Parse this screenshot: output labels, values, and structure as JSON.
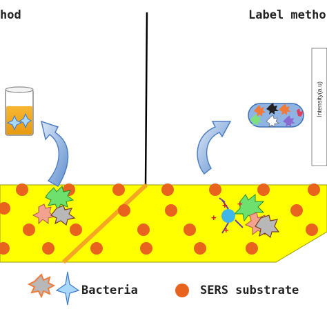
{
  "titles": {
    "left": "hod",
    "right": "Label metho"
  },
  "spectrum": {
    "axis_label": "Intensity(a.u)"
  },
  "legend": {
    "bacteria_label": "Bacteria",
    "sers_label": "SERS substrate"
  },
  "colors": {
    "substrate_fill": "#ffff00",
    "sers_particle": "#e8641e",
    "arrow_fill": "#8fb4e3",
    "divider": "#000000"
  }
}
